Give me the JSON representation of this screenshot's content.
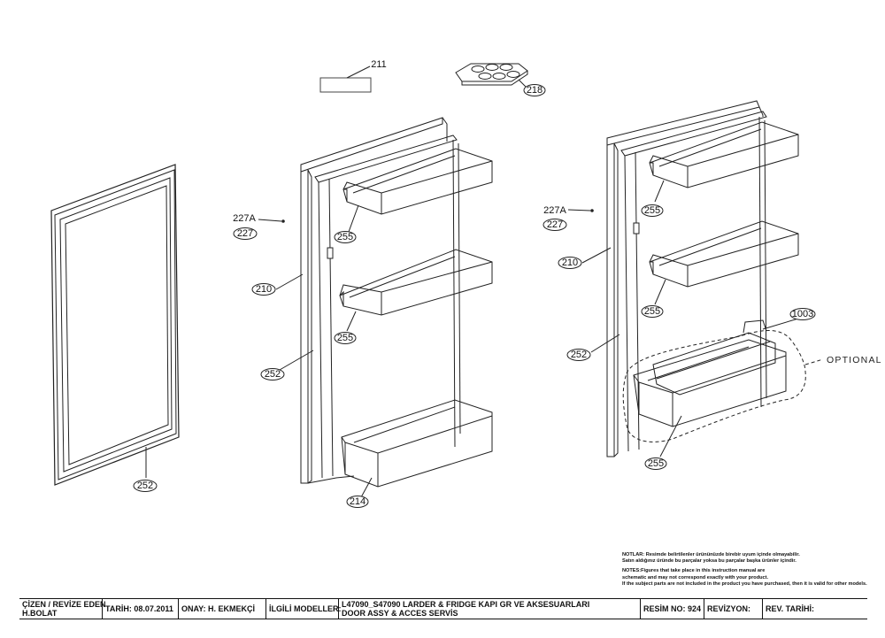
{
  "callouts": {
    "c211": "211",
    "c218": "218",
    "c227a_left": "227A",
    "c227_left": "227",
    "c210_left": "210",
    "c252_left": "252",
    "c255_left_top": "255",
    "c255_left_mid": "255",
    "c214": "214",
    "c252_gasket": "252",
    "c227a_right": "227A",
    "c227_right": "227",
    "c210_right": "210",
    "c252_right": "252",
    "c255_right_top": "255",
    "c255_right_mid": "255",
    "c1003": "1003",
    "c255_right_bottom": "255",
    "optional": "OPTIONAL"
  },
  "notes": {
    "line1": "NOTLAR: Resimde belirtilenler ürününüzde birebir uyum içinde olmayabilir.",
    "line2": "Satın aldığınız üründe bu parçalar yoksa bu parçalar başka ürünler içindir.",
    "line3": "NOTES:Figures that take place in this instruction manual are",
    "line4": "schematic and may not correspond exactly with your product.",
    "line5": "If the subject parts are not included in the product you have purchased, then it is valid for other models."
  },
  "title_block": {
    "cizen_label": "ÇİZEN / REVİZE EDEN",
    "cizen_name": "H.BOLAT",
    "tarih": "TARİH: 08.07.2011",
    "onay": "ONAY: H. EKMEKÇİ",
    "ilgili": "İLGİLİ MODELLER:",
    "title_tr": "L47090_S47090 LARDER & FRIDGE  KAPI GR VE AKSESUARLARI",
    "title_en": "DOOR ASSY & ACCES SERVİS",
    "resim": "RESİM NO: 924",
    "revizyon": "REVİZYON:",
    "rev_tarihi": "REV. TARİHİ:"
  }
}
